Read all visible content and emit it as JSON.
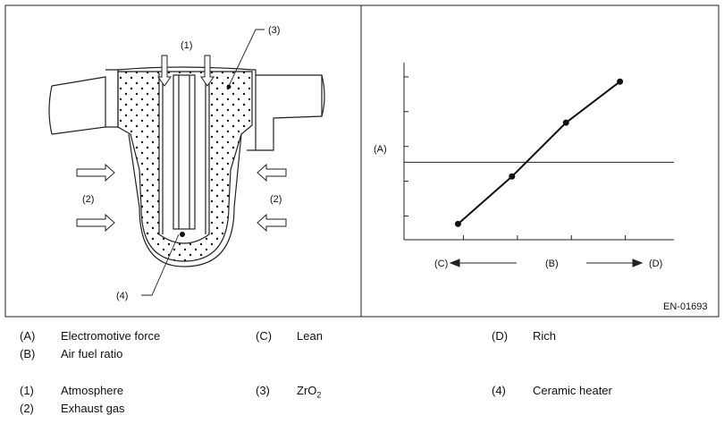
{
  "figure_id": "EN-01693",
  "diagram": {
    "callouts": {
      "atmosphere": "(1)",
      "exhaust_left": "(2)",
      "exhaust_right": "(2)",
      "zro2": "(3)",
      "heater": "(4)"
    }
  },
  "chart": {
    "axis_labels": {
      "emf": "(A)",
      "lean": "(C)",
      "afr": "(B)",
      "rich": "(D)"
    }
  },
  "chart_data": {
    "type": "line",
    "title": "",
    "xlabel": "(B)",
    "ylabel": "(A)",
    "x": [
      1,
      2,
      3,
      4
    ],
    "y": [
      0.5,
      2.0,
      3.7,
      5.0
    ],
    "xlim": [
      0,
      5
    ],
    "ylim": [
      0,
      5.6
    ],
    "reference_line_y": 2.45,
    "grid": false
  },
  "legend": {
    "A": {
      "code": "(A)",
      "text": "Electromotive force"
    },
    "B": {
      "code": "(B)",
      "text": "Air fuel ratio"
    },
    "C": {
      "code": "(C)",
      "text": "Lean"
    },
    "D": {
      "code": "(D)",
      "text": "Rich"
    },
    "n1": {
      "code": "(1)",
      "text": "Atmosphere"
    },
    "n2": {
      "code": "(2)",
      "text": "Exhaust gas"
    },
    "n3": {
      "code": "(3)",
      "text_main": "ZrO",
      "text_sub": "2"
    },
    "n4": {
      "code": "(4)",
      "text": "Ceramic heater"
    }
  }
}
